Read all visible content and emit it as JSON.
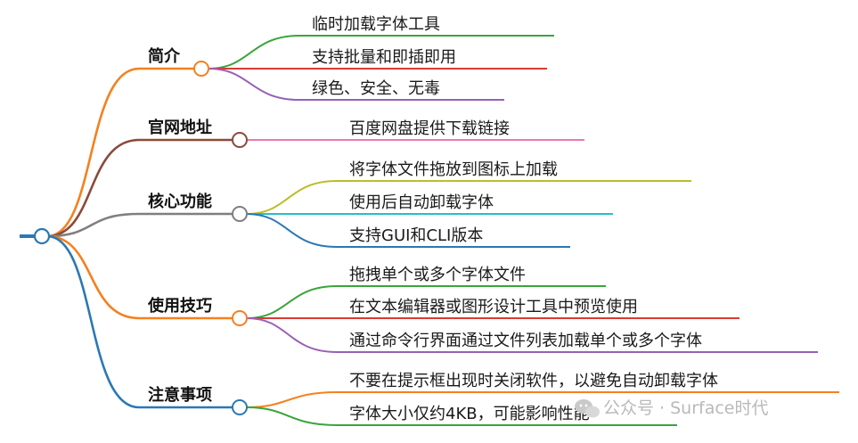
{
  "root": {
    "label": ""
  },
  "branches": [
    {
      "label": "简介",
      "color": "#f4811f",
      "children": [
        {
          "text": "临时加载字体工具",
          "color": "#3aa53a"
        },
        {
          "text": "支持批量和即插即用",
          "color": "#d93a32"
        },
        {
          "text": "绿色、安全、无毒",
          "color": "#9960b5"
        }
      ]
    },
    {
      "label": "官网地址",
      "color": "#8b4a3a",
      "children": [
        {
          "text": "百度网盘提供下载链接",
          "color": "#e57ab8"
        }
      ]
    },
    {
      "label": "核心功能",
      "color": "#7f7f7f",
      "children": [
        {
          "text": "将字体文件拖放到图标上加载",
          "color": "#bcbd2a"
        },
        {
          "text": "使用后自动卸载字体",
          "color": "#27bcd0"
        },
        {
          "text": "支持GUI和CLI版本",
          "color": "#2a78b4"
        }
      ]
    },
    {
      "label": "使用技巧",
      "color": "#f4811f",
      "children": [
        {
          "text": "拖拽单个或多个字体文件",
          "color": "#3aa53a"
        },
        {
          "text": "在文本编辑器或图形设计工具中预览使用",
          "color": "#d93a32"
        },
        {
          "text": "通过命令行界面通过文件列表加载单个或多个字体",
          "color": "#9960b5"
        }
      ]
    },
    {
      "label": "注意事项",
      "color": "#2a78b4",
      "children": [
        {
          "text": "不要在提示框出现时关闭软件，以避免自动卸载字体",
          "color": "#f4811f"
        },
        {
          "text": "字体大小仅约4KB，可能影响性能",
          "color": "#3aa53a"
        }
      ]
    }
  ],
  "watermark": {
    "text": "公众号 · Surface时代"
  }
}
